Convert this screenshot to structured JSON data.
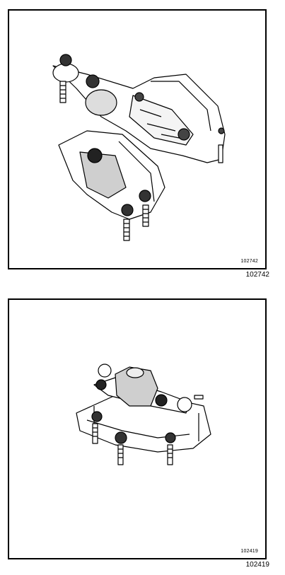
{
  "figures": [
    {
      "inner_label": "102742",
      "caption": "102742",
      "subject": "engine-mount-assembly-illustration"
    },
    {
      "inner_label": "102419",
      "caption": "102419",
      "subject": "engine-mount-bracket-illustration"
    }
  ]
}
